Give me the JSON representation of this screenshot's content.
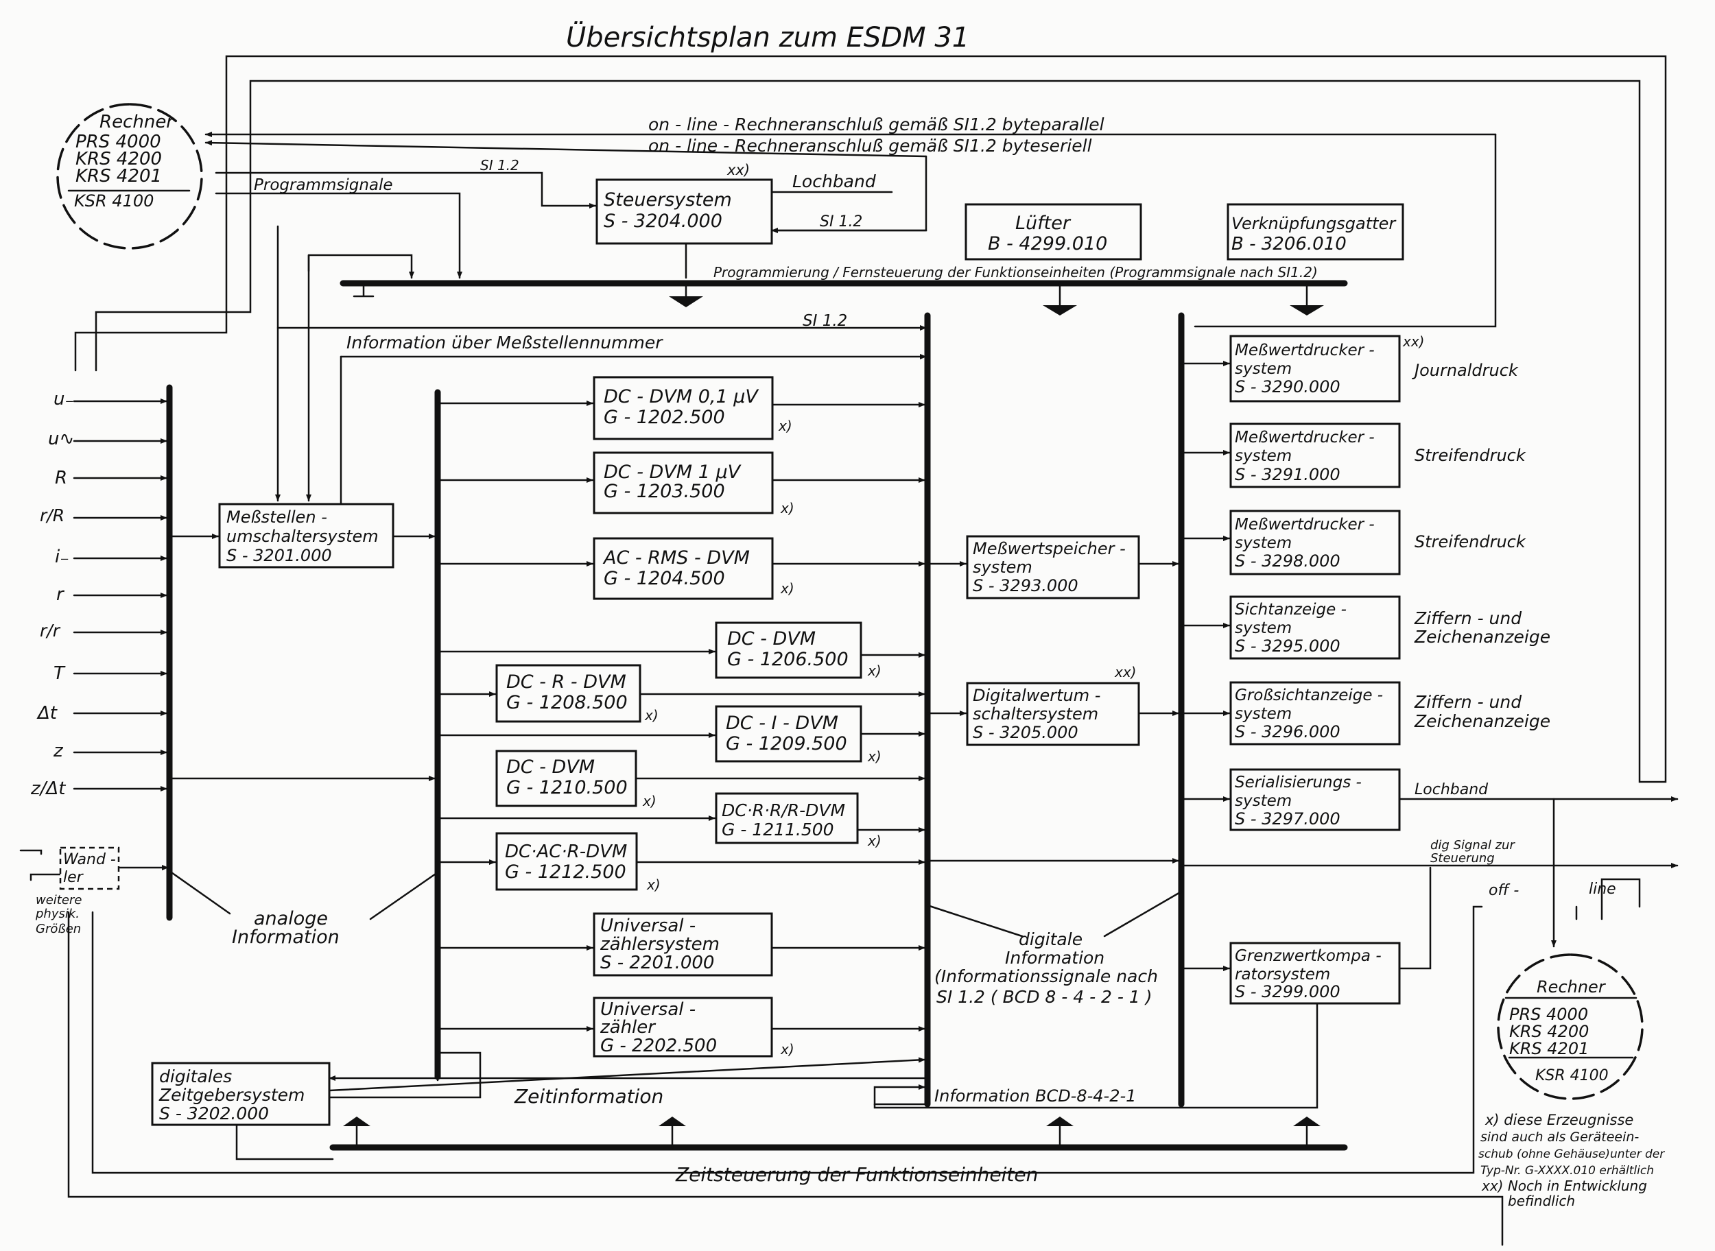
{
  "title": "Übersichtsplan zum ESDM 31",
  "computer_left": {
    "label": "Rechner",
    "models": [
      "PRS 4000",
      "KRS 4200",
      "KRS 4201"
    ],
    "model_bottom": "KSR 4100"
  },
  "computer_right": {
    "label": "Rechner",
    "models": [
      "PRS 4000",
      "KRS 4200",
      "KRS 4201"
    ],
    "model_bottom": "KSR 4100"
  },
  "lines": {
    "online_parallel": "on - line - Rechneranschluß gemäß SI1.2 byteparallel",
    "online_serial": "on - line - Rechneranschluß gemäß SI1.2 byteseriell",
    "si_top": "SI 1.2",
    "programmsignale": "Programmsignale",
    "xx_steuer": "xx)",
    "lochband_top": "Lochband",
    "si_steuer": "SI 1.2",
    "prog_bus": "Programmierung / Fernsteuerung der Funktionseinheiten (Programmsignale nach SI1.2)",
    "si_info": "SI 1.2",
    "info_messstellen": "Information über Meßstellennummer",
    "zeitinformation": "Zeitinformation",
    "info_bcd": "Information BCD-8-4-2-1",
    "zeitsteuerung": "Zeitsteuerung der Funktionseinheiten",
    "lochband_out": "Lochband",
    "dig_signal_1": "dig Signal zur",
    "dig_signal_2": "Steuerung",
    "off": "off -",
    "line_lbl": "line"
  },
  "boxes": {
    "steuersystem": [
      "Steuersystem",
      "S - 3204.000"
    ],
    "luefter": [
      "Lüfter",
      "B - 4299.010"
    ],
    "verknuepfung": [
      "Verknüpfungsgatter",
      "B - 3206.010"
    ],
    "messstellen": [
      "Meßstellen -",
      "umschaltersystem",
      "S - 3201.000"
    ],
    "dvm1": [
      "DC - DVM 0,1 µV",
      "G - 1202.500"
    ],
    "dvm2": [
      "DC - DVM 1 µV",
      "G - 1203.500"
    ],
    "dvm3": [
      "AC - RMS - DVM",
      "G - 1204.500"
    ],
    "dvm4": [
      "DC - DVM",
      "G - 1206.500"
    ],
    "dvm5": [
      "DC - R - DVM",
      "G - 1208.500"
    ],
    "dvm6": [
      "DC - I - DVM",
      "G - 1209.500"
    ],
    "dvm7": [
      "DC - DVM",
      "G - 1210.500"
    ],
    "dvm8": [
      "DC·R·R/R-DVM",
      "G - 1211.500"
    ],
    "dvm9": [
      "DC·AC·R-DVM",
      "G - 1212.500"
    ],
    "uz1": [
      "Universal -",
      "zählersystem",
      "S - 2201.000"
    ],
    "uz2": [
      "Universal -",
      "zähler",
      "G - 2202.500"
    ],
    "zeitgeber": [
      "digitales",
      "Zeitgebersystem",
      "S - 3202.000"
    ],
    "mwspeicher": [
      "Meßwertspeicher -",
      "system",
      "S - 3293.000"
    ],
    "digumschalter": [
      "Digitalwertum -",
      "schaltersystem",
      "S - 3205.000"
    ],
    "drucker1": [
      "Meßwertdrucker -",
      "system",
      "S - 3290.000"
    ],
    "drucker2": [
      "Meßwertdrucker -",
      "system",
      "S - 3291.000"
    ],
    "drucker3": [
      "Meßwertdrucker -",
      "system",
      "S - 3298.000"
    ],
    "sicht": [
      "Sichtanzeige -",
      "system",
      "S - 3295.000"
    ],
    "grosssicht": [
      "Großsichtanzeige -",
      "system",
      "S - 3296.000"
    ],
    "serial": [
      "Serialisierungs -",
      "system",
      "S - 3297.000"
    ],
    "grenzwert": [
      "Grenzwertkompa -",
      "ratorsystem",
      "S - 3299.000"
    ],
    "wandler": [
      "Wand -",
      "ler"
    ]
  },
  "xmarks": {
    "x": "x)",
    "xx": "xx)"
  },
  "inputs": [
    "u₋",
    "u∿",
    "R",
    "r/R",
    "i₋",
    "r",
    "r/r",
    "T",
    "Δt",
    "z",
    "z/Δt"
  ],
  "weitere": [
    "weitere",
    "physik.",
    "Größen"
  ],
  "right_labels": {
    "journal": "Journaldruck",
    "streifen1": "Streifendruck",
    "streifen2": "Streifendruck",
    "ziffern1": [
      "Ziffern - und",
      "Zeichenanzeige"
    ],
    "ziffern2": [
      "Ziffern - und",
      "Zeichenanzeige"
    ]
  },
  "analog": [
    "analoge",
    "Information"
  ],
  "digital": [
    "digitale",
    "Information",
    "(Informationssignale nach",
    "SI 1.2 ( BCD 8 - 4 - 2 - 1 )"
  ],
  "footnote": [
    "x) diese Erzeugnisse",
    "sind auch als Geräteein-",
    "schub (ohne Gehäuse)unter der",
    "Typ-Nr. G-XXXX.010 erhältlich",
    "xx) Noch in Entwicklung",
    "befindlich"
  ]
}
